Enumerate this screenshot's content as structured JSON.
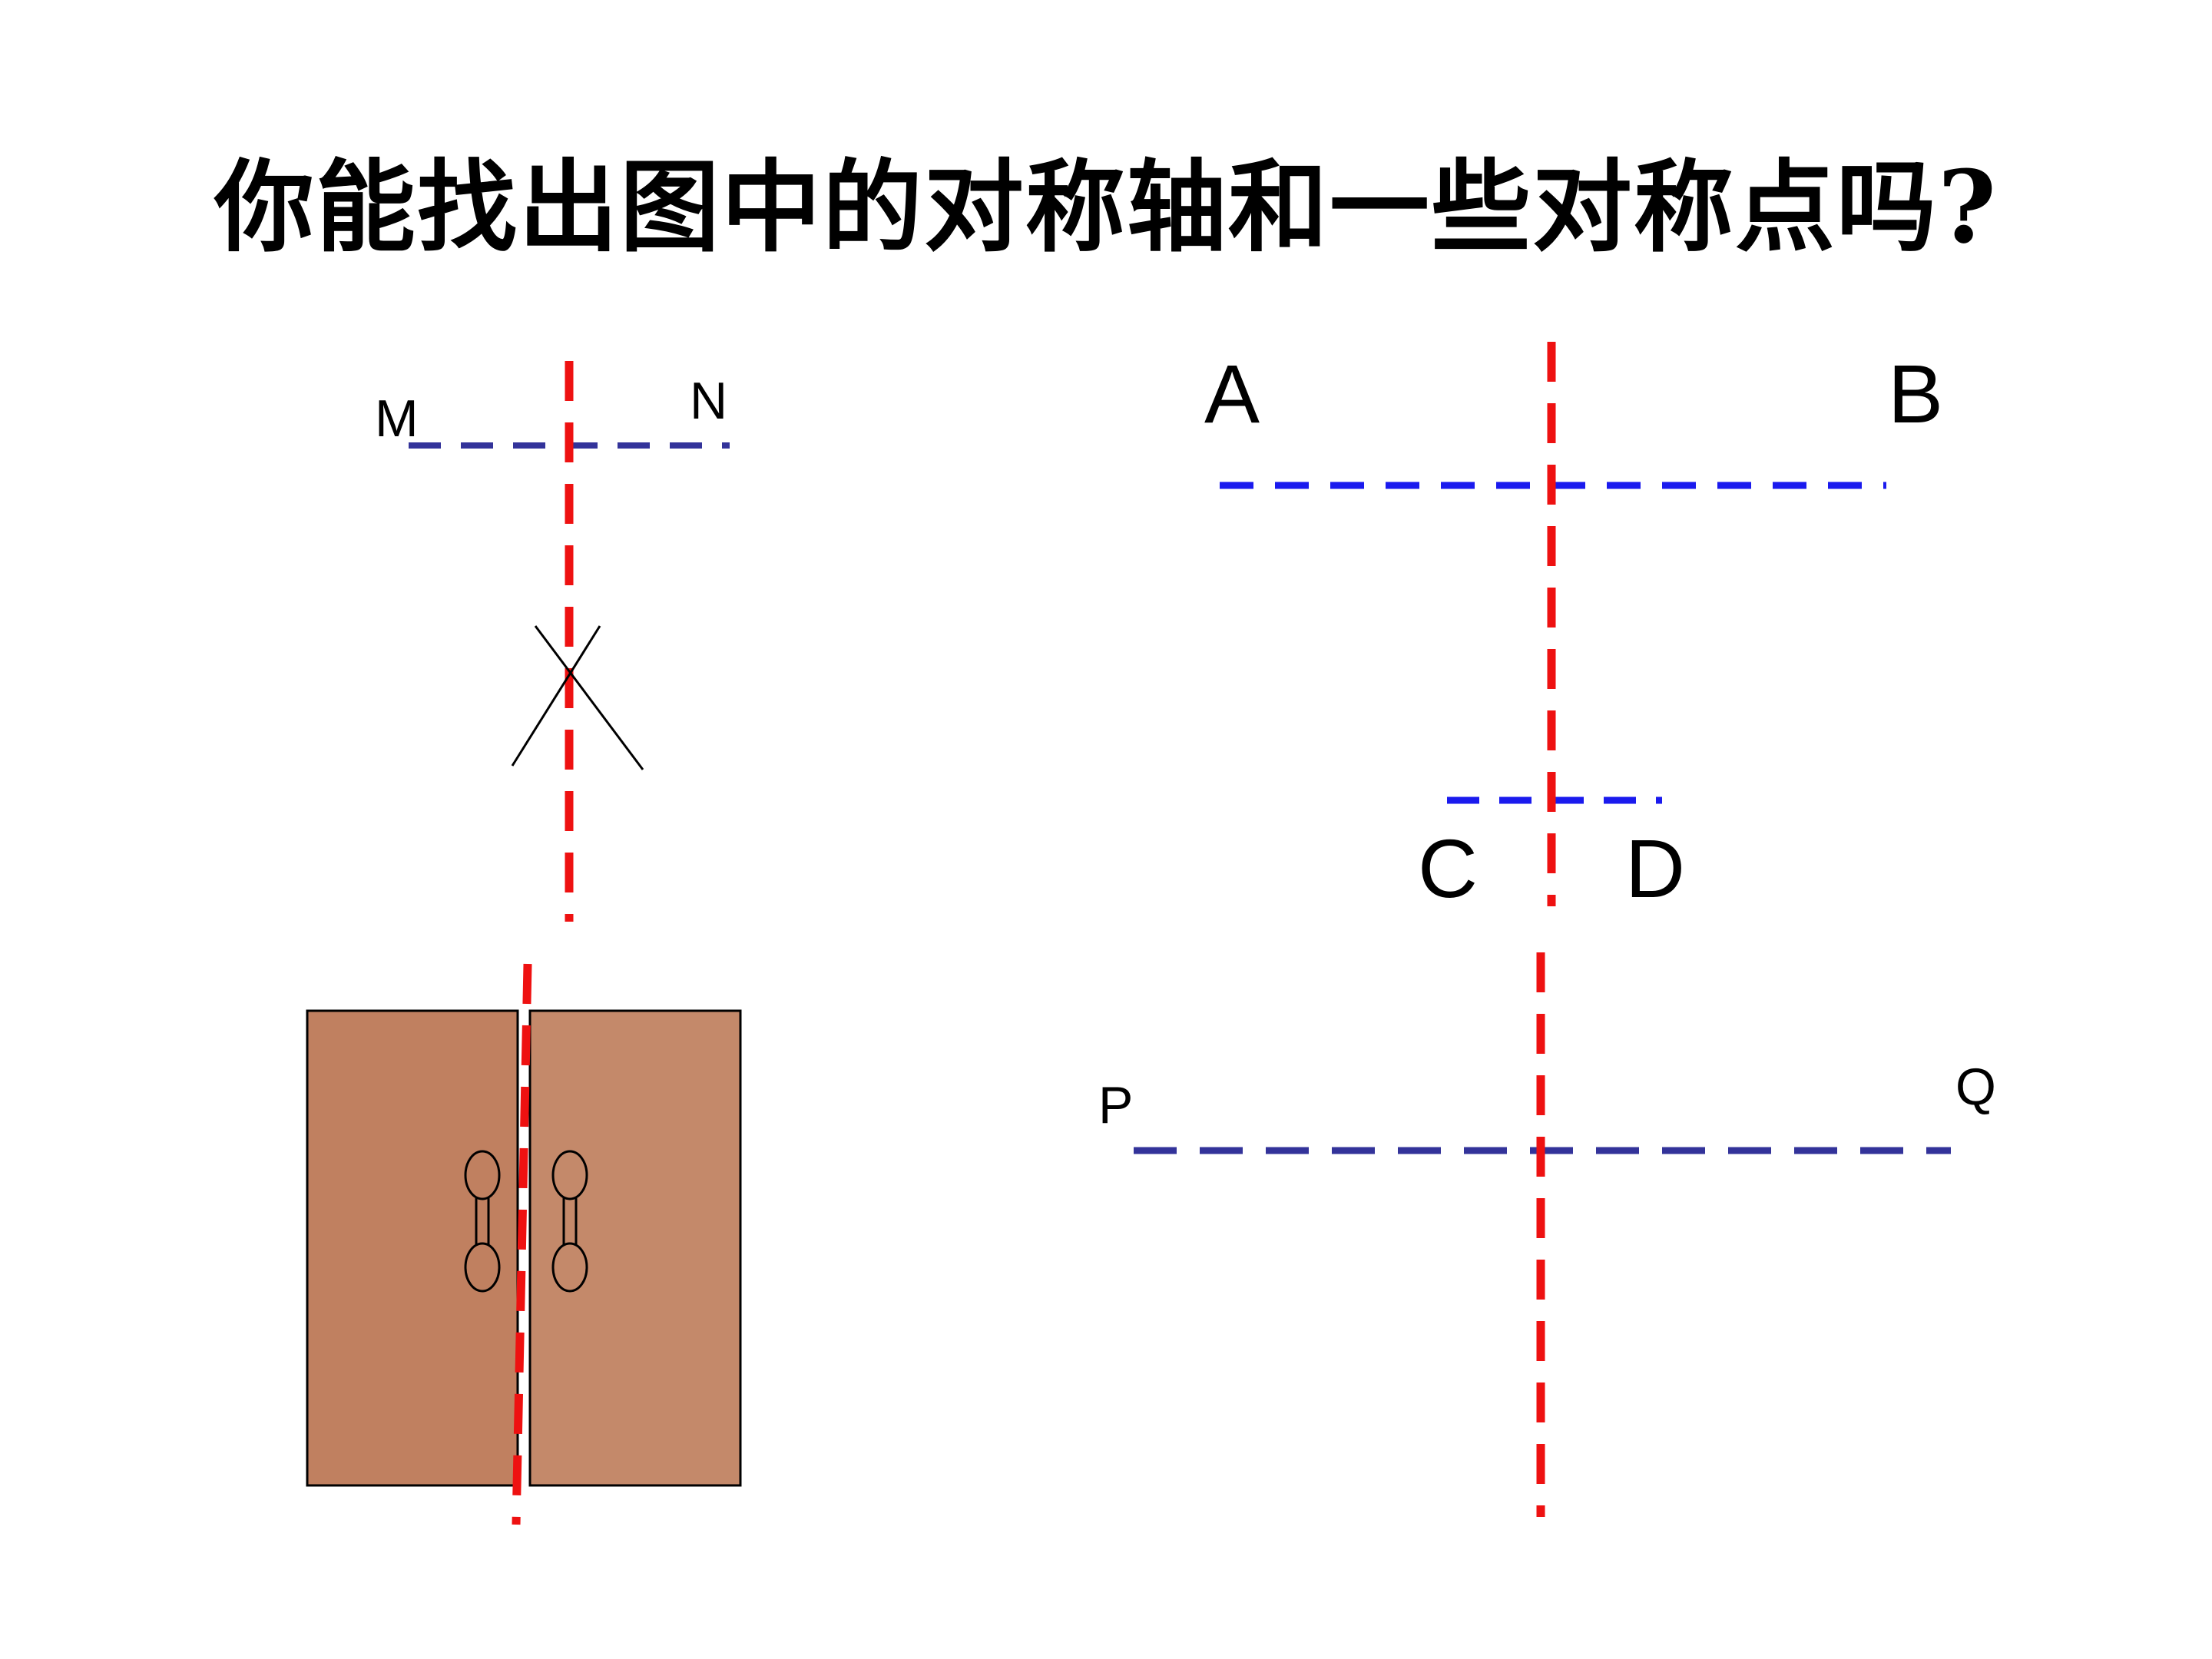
{
  "slide": {
    "title": "你能找出图中的对称轴和一些对称点吗?"
  },
  "colors": {
    "axis": "#ee1111",
    "segment_left": "#33339a",
    "segment_right_top": "#1a1aee",
    "segment_bottom": "#33339a",
    "door_left": "#c08060",
    "door_right": "#c4896a",
    "outline": "#000000"
  },
  "labels": {
    "m": "M",
    "n": "N",
    "a": "A",
    "b": "B",
    "c": "C",
    "d": "D",
    "p": "P",
    "q": "Q"
  }
}
